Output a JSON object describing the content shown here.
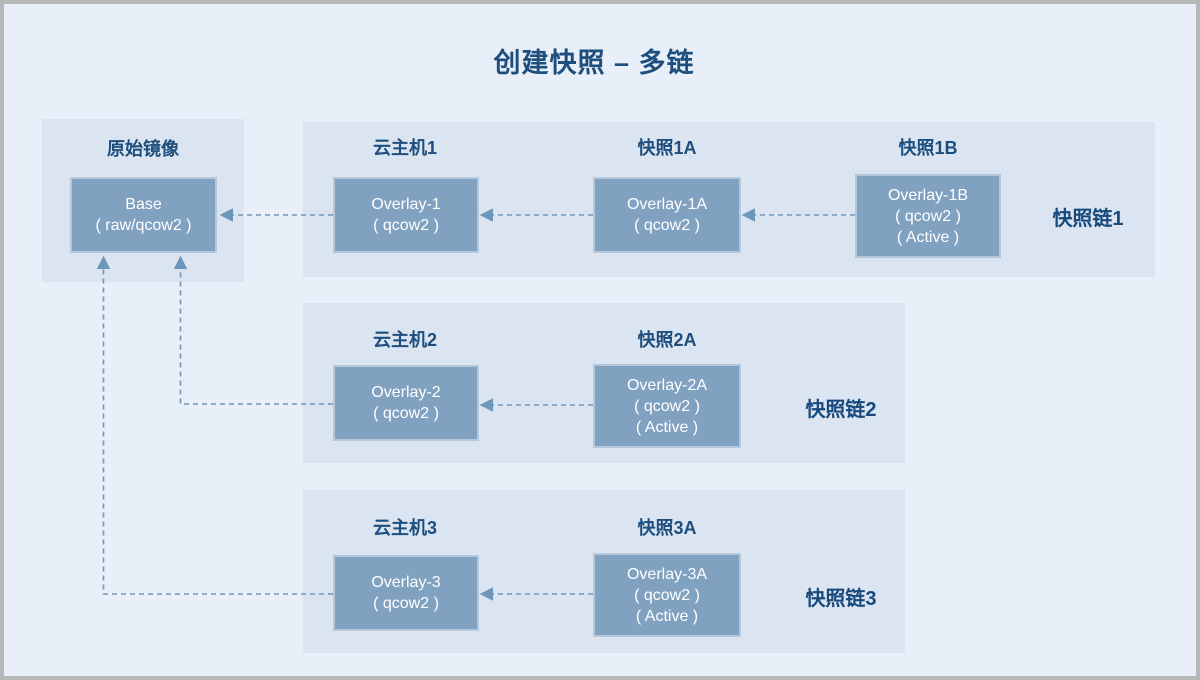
{
  "title": "创建快照 – 多链",
  "base_panel": {
    "label": "原始镜像",
    "box_lines": [
      "Base",
      "( raw/qcow2 )"
    ]
  },
  "chains": [
    {
      "chain_label": "快照链1",
      "columns": [
        {
          "label": "云主机1",
          "box_lines": [
            "Overlay-1",
            "( qcow2 )"
          ]
        },
        {
          "label": "快照1A",
          "box_lines": [
            "Overlay-1A",
            "( qcow2 )"
          ]
        },
        {
          "label": "快照1B",
          "box_lines": [
            "Overlay-1B",
            "( qcow2 )",
            "( Active )"
          ]
        }
      ]
    },
    {
      "chain_label": "快照链2",
      "columns": [
        {
          "label": "云主机2",
          "box_lines": [
            "Overlay-2",
            "( qcow2 )"
          ]
        },
        {
          "label": "快照2A",
          "box_lines": [
            "Overlay-2A",
            "( qcow2 )",
            "( Active )"
          ]
        }
      ]
    },
    {
      "chain_label": "快照链3",
      "columns": [
        {
          "label": "云主机3",
          "box_lines": [
            "Overlay-3",
            "( qcow2 )"
          ]
        },
        {
          "label": "快照3A",
          "box_lines": [
            "Overlay-3A",
            "( qcow2 )",
            "( Active )"
          ]
        }
      ]
    }
  ],
  "colors": {
    "page_bg": "#e9eff8",
    "panel_bg": "#dbe5f1",
    "node_fill": "#81a1c1",
    "node_border": "#b4c7db",
    "node_text": "#ffffff",
    "heading_text": "#1d4e7e",
    "chain_text": "#17497c",
    "arrow": "#6d96bb",
    "frame_border": "#b6b7b9"
  }
}
